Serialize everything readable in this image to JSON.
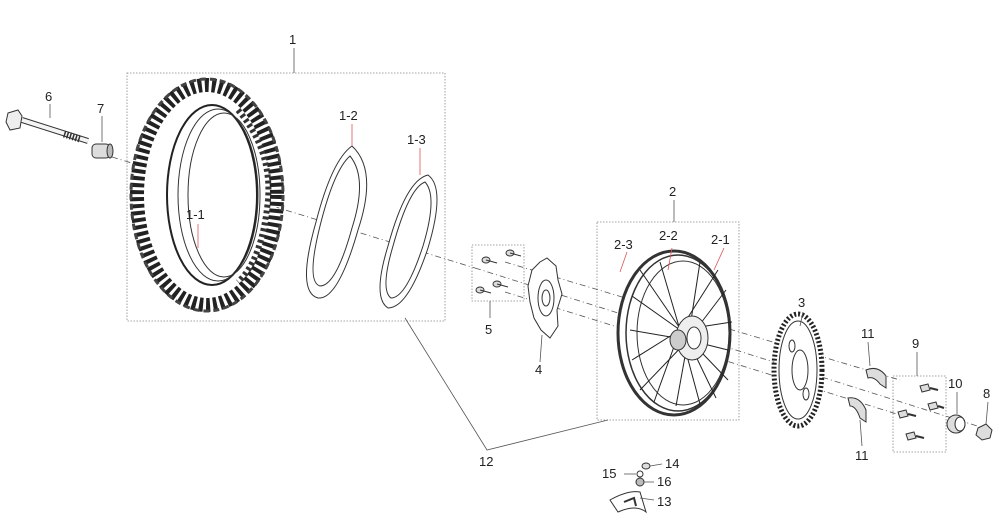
{
  "callouts": {
    "c1": "1",
    "c1_1": "1-1",
    "c1_2": "1-2",
    "c1_3": "1-3",
    "c2": "2",
    "c2_1": "2-1",
    "c2_2": "2-2",
    "c2_3": "2-3",
    "c3": "3",
    "c4": "4",
    "c5": "5",
    "c6": "6",
    "c7": "7",
    "c8": "8",
    "c9": "9",
    "c10": "10",
    "c11a": "11",
    "c11b": "11",
    "c12": "12",
    "c13": "13",
    "c14": "14",
    "c15": "15",
    "c16": "16"
  }
}
